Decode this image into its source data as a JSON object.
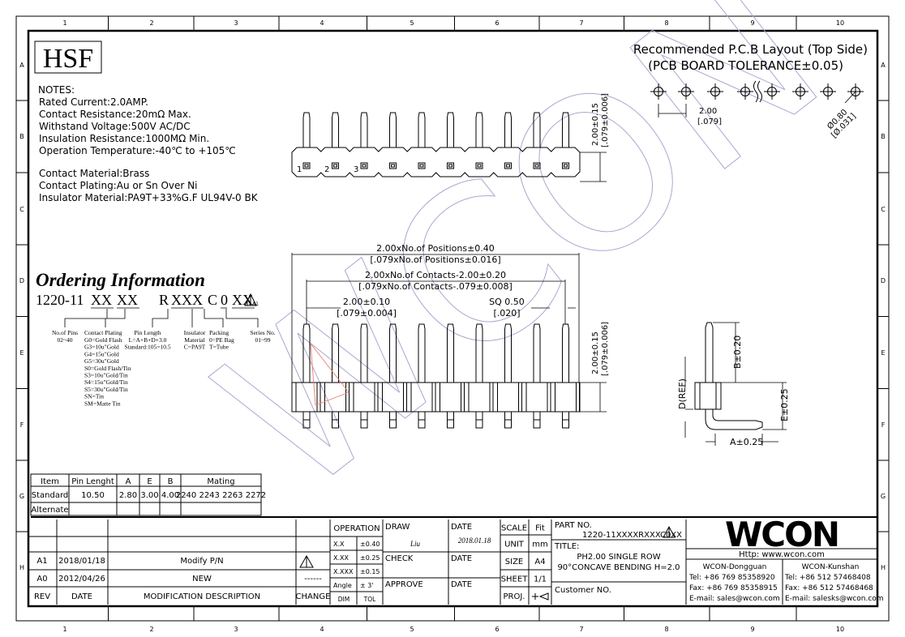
{
  "frame": {
    "columns": [
      "1",
      "2",
      "3",
      "4",
      "5",
      "6",
      "7",
      "8",
      "9",
      "10"
    ],
    "rows": [
      "A",
      "B",
      "C",
      "D",
      "E",
      "F",
      "G",
      "H"
    ]
  },
  "logo": "HSF",
  "watermark": "WCON",
  "notes": {
    "heading": "NOTES:",
    "electrical": [
      "Rated Current:2.0AMP.",
      "Contact Resistance:20mΩ Max.",
      "Withstand Voltage:500V AC/DC",
      "Insulation Resistance:1000MΩ Min.",
      "Operation Temperature:-40℃ to +105℃"
    ],
    "material": [
      "Contact Material:Brass",
      "Contact Plating:Au or Sn Over Ni",
      "Insulator Material:PA9T+33%G.F UL94V-0 BK"
    ]
  },
  "pcb_layout": {
    "title": "Recommended P.C.B Layout (Top Side)",
    "subtitle": "(PCB BOARD TOLERANCE±0.05)",
    "pitch": "2.00",
    "pitch_in": "[.079]",
    "hole": "Ø0.80",
    "hole_in": "[Ø.031]"
  },
  "top_view": {
    "pin_labels": [
      "1",
      "2",
      "3"
    ],
    "height_dim": "2.00±0.15",
    "height_dim_in": "[.079±0.006]"
  },
  "front_view": {
    "overall": "2.00xNo.of Positions±0.40",
    "overall_in": "[.079xNo.of Positions±0.016]",
    "contacts": "2.00xNo.of Contacts-2.00±0.20",
    "contacts_in": "[.079xNo.of Contacts-.079±0.008]",
    "pitch": "2.00±0.10",
    "pitch_in": "[.079±0.004]",
    "sq": "SQ 0.50",
    "sq_in": "[.020]",
    "height_dim": "2.00±0.15",
    "height_dim_in": "[.079±0.006]"
  },
  "side_view": {
    "b": "B±0.20",
    "d": "D(REF)",
    "e": "E±0.25",
    "a": "A±0.25"
  },
  "ordering": {
    "title": "Ordering Information",
    "prefix": "1220-11",
    "codes": [
      "XX",
      "XX",
      "R",
      "XXX",
      "C",
      "0",
      "XX"
    ],
    "rev_mark": "A1",
    "groups": [
      {
        "title": "No.of Pins",
        "lines": [
          "02~40"
        ]
      },
      {
        "title": "Contact Plating",
        "lines": [
          "G0=Gold Flash",
          "G3=10u\"Gold",
          "G4=15u\"Gold",
          "G5=30u\"Gold",
          "S0=Gold Flash/Tin",
          "S3=10u\"Gold/Tin",
          "S4=15u\"Gold/Tin",
          "S5=30u\"Gold/Tin",
          "SN=Tin",
          "SM=Matte Tin"
        ]
      },
      {
        "title": "Pin Length",
        "lines": [
          "L=A+B+D+3.0",
          "Standard:105=10.5"
        ]
      },
      {
        "title": "Insulator",
        "lines": [
          "Material",
          "C=PA9T"
        ]
      },
      {
        "title": "Packing",
        "lines": [
          "0=PE Bag",
          "T=Tube"
        ]
      },
      {
        "title": "Series No.",
        "lines": [
          "01~99"
        ]
      }
    ]
  },
  "pin_table": {
    "headers": [
      "Item",
      "Pin Lenght",
      "A",
      "E",
      "B",
      "Mating"
    ],
    "rows": [
      [
        "Standard",
        "10.50",
        "2.80",
        "3.00",
        "4.00",
        "2240 2243 2263 2272"
      ],
      [
        "Alternate",
        "",
        "",
        "",
        "",
        ""
      ]
    ]
  },
  "revisions": {
    "headers": [
      "REV",
      "DATE",
      "MODIFICATION DESCRIPTION",
      "CHANGE"
    ],
    "rows": [
      [
        "A1",
        "2018/01/18",
        "Modify P/N",
        "A1"
      ],
      [
        "A0",
        "2012/04/26",
        "NEW",
        "------"
      ]
    ]
  },
  "tolerances": {
    "title": "OPERATION",
    "rows": [
      [
        "X.X",
        "±0.40"
      ],
      [
        "X.XX",
        "±0.25"
      ],
      [
        "X.XXX",
        "±0.15"
      ],
      [
        "Angle",
        "± 3'"
      ]
    ],
    "footer": [
      "DIM",
      "TOL"
    ]
  },
  "approvals": {
    "draw": "DRAW",
    "draw_name": "Liu",
    "date": "DATE",
    "draw_date": "2018.01.18",
    "check": "CHECK",
    "check_date": "DATE",
    "approve": "APPROVE",
    "approve_date": "DATE"
  },
  "sheet_info": [
    [
      "SCALE",
      "Fit"
    ],
    [
      "UNIT",
      "mm"
    ],
    [
      "SIZE",
      "A4"
    ],
    [
      "SHEET",
      "1/1"
    ],
    [
      "PROJ.",
      ""
    ]
  ],
  "part": {
    "label": "PART NO.",
    "number": "1220-11XXXXRXXXC0XX",
    "rev": "A1",
    "title_label": "TITLE:",
    "title_lines": [
      "PH2.00 SINGLE ROW",
      "90°CONCAVE BENDING H=2.0"
    ],
    "customer": "Customer NO."
  },
  "company": {
    "logo": "WCON",
    "url": "Http: www.wcon.com",
    "sites": [
      {
        "name": "WCON-Dongguan",
        "tel": "Tel: +86 769 85358920",
        "fax": "Fax: +86 769 85358915",
        "email": "E-mail: sales@wcon.com"
      },
      {
        "name": "WCON-Kunshan",
        "tel": "Tel: +86 512 57468408",
        "fax": "Fax: +86 512 57468468",
        "email": "E-mail: salesks@wcon.com"
      }
    ]
  },
  "colors": {
    "line": "#000000",
    "watermark": "#a8a8d0",
    "annotation": "#f08070"
  }
}
